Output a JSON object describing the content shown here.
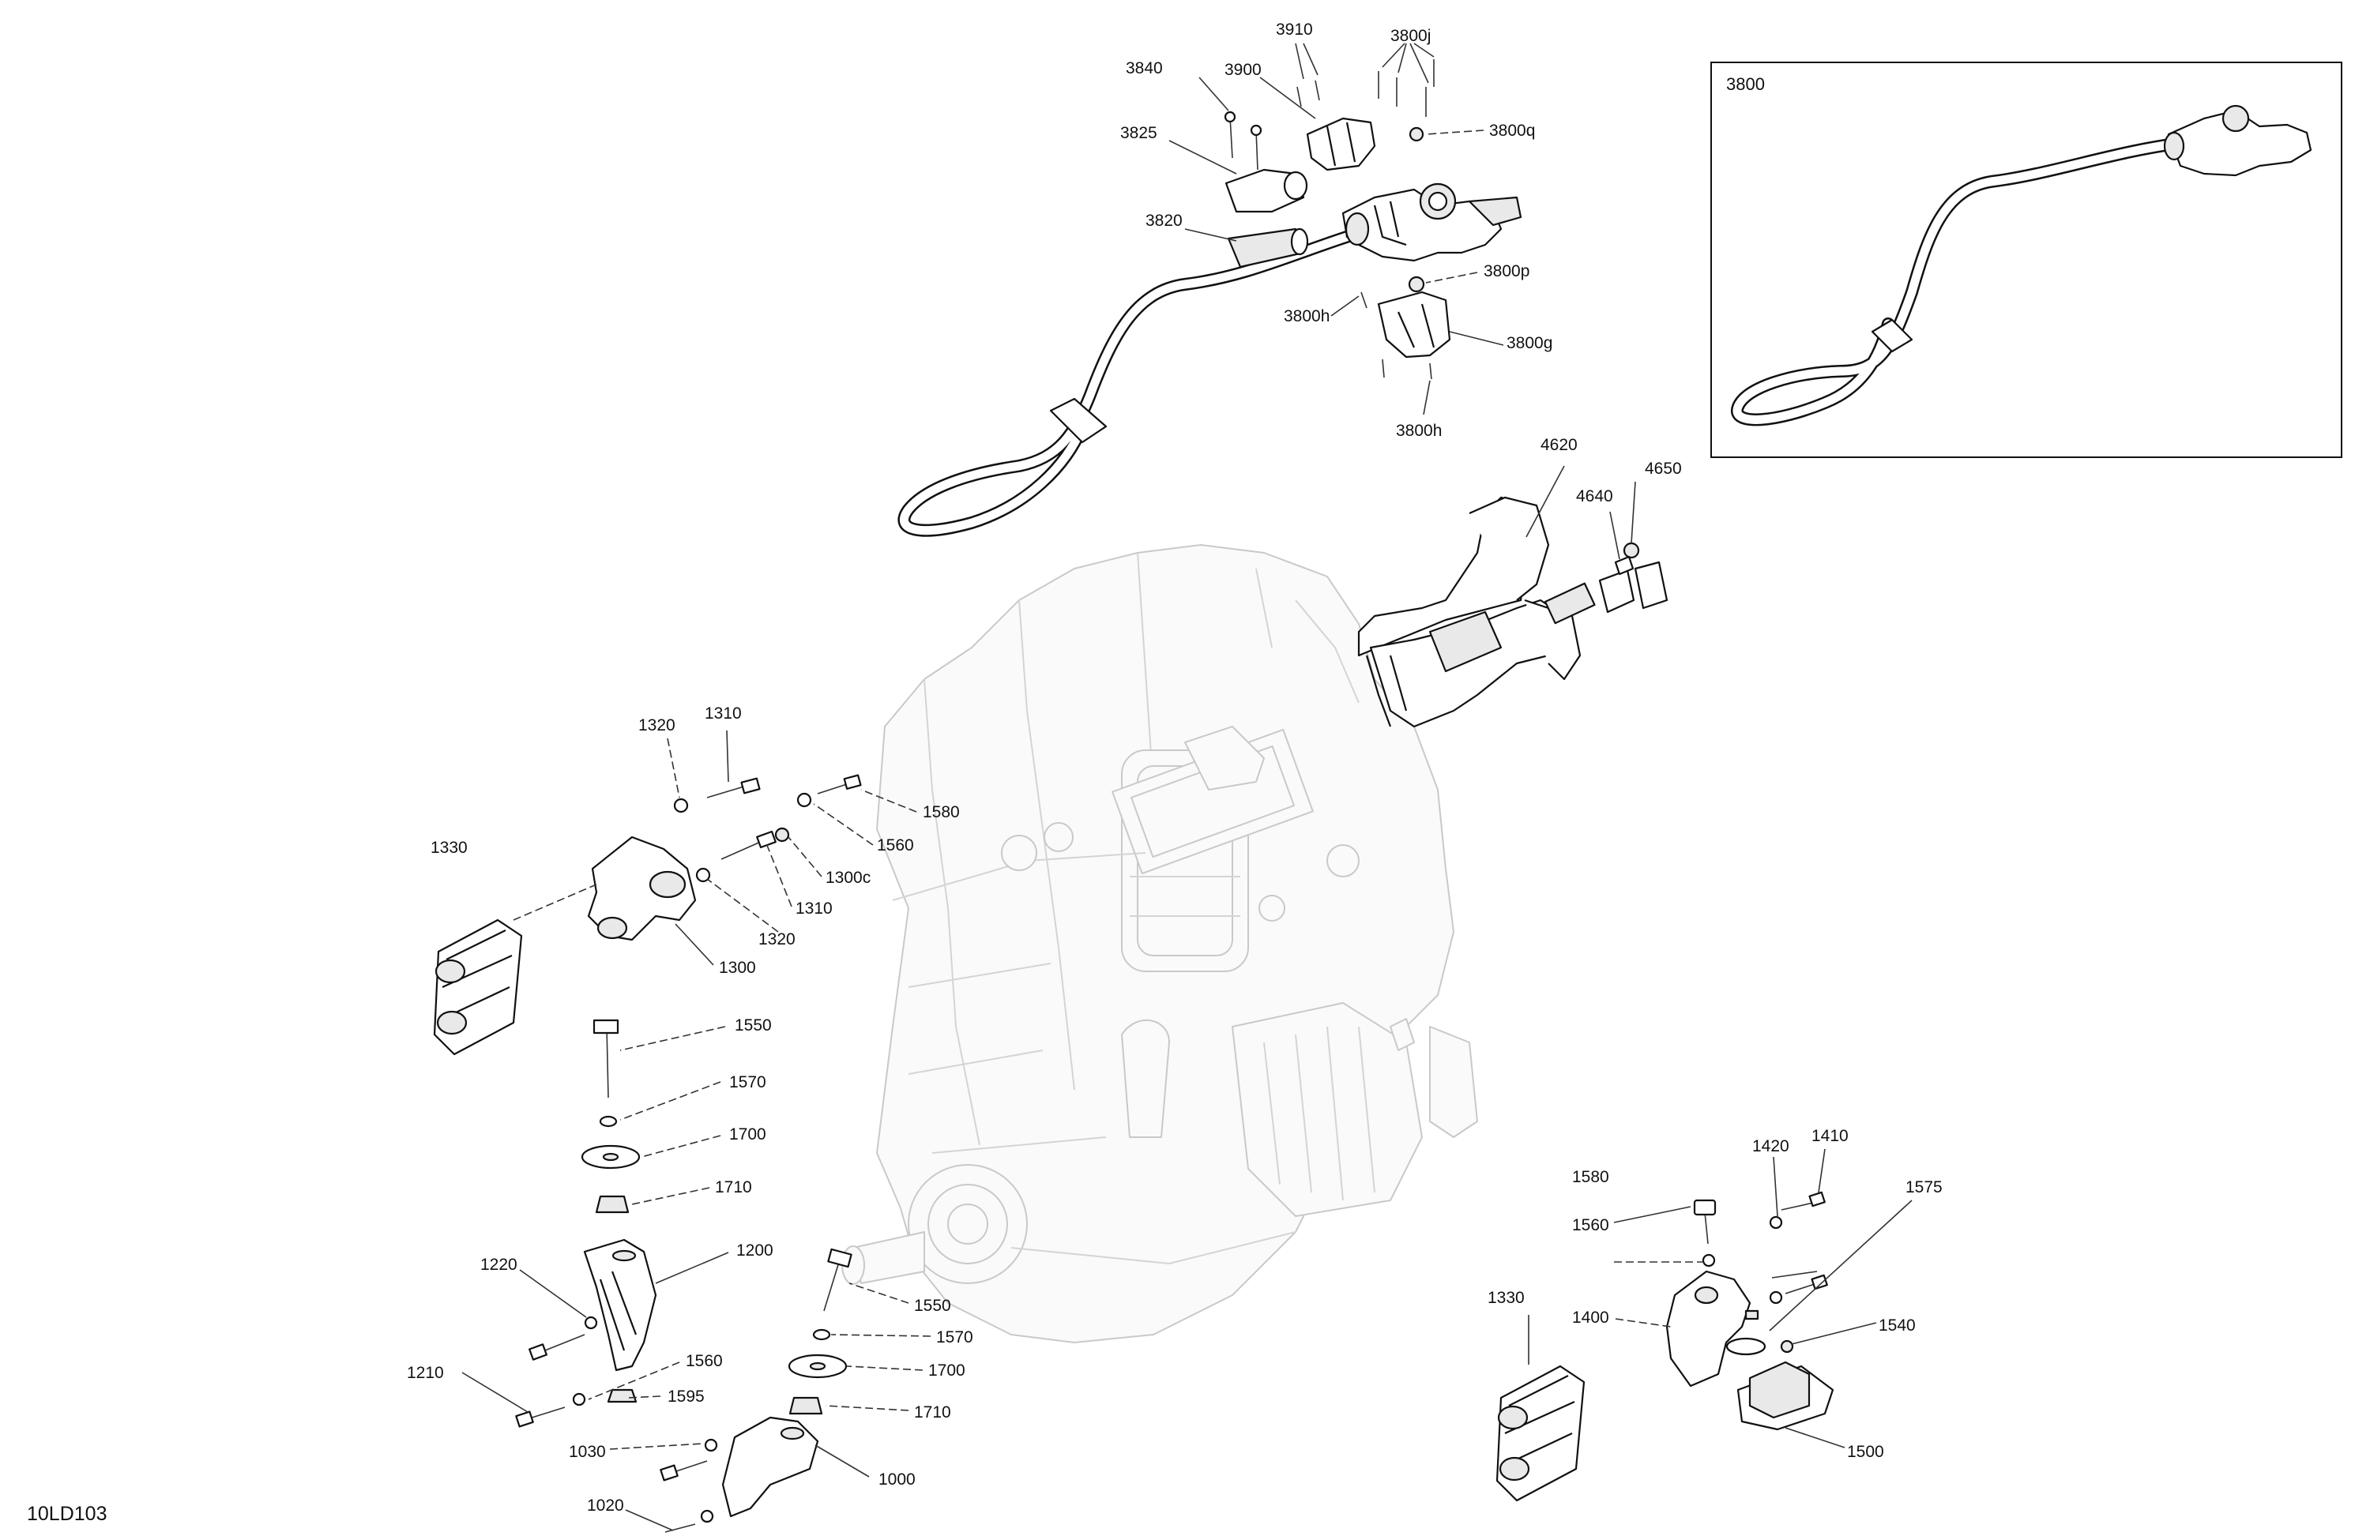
{
  "diagram": {
    "reference_code": "10LD103",
    "inset_label": "3800",
    "callouts": [
      {
        "id": "3910",
        "label": "3910"
      },
      {
        "id": "3800j",
        "label": "3800j"
      },
      {
        "id": "3840",
        "label": "3840"
      },
      {
        "id": "3900",
        "label": "3900"
      },
      {
        "id": "3825",
        "label": "3825"
      },
      {
        "id": "3800q",
        "label": "3800q"
      },
      {
        "id": "3820",
        "label": "3820"
      },
      {
        "id": "3800p",
        "label": "3800p"
      },
      {
        "id": "3800h_a",
        "label": "3800h"
      },
      {
        "id": "3800g",
        "label": "3800g"
      },
      {
        "id": "3800h_b",
        "label": "3800h"
      },
      {
        "id": "4620",
        "label": "4620"
      },
      {
        "id": "4650",
        "label": "4650"
      },
      {
        "id": "4640",
        "label": "4640"
      },
      {
        "id": "1320_a",
        "label": "1320"
      },
      {
        "id": "1310_a",
        "label": "1310"
      },
      {
        "id": "1580_a",
        "label": "1580"
      },
      {
        "id": "1560_a",
        "label": "1560"
      },
      {
        "id": "1330_a",
        "label": "1330"
      },
      {
        "id": "1300c",
        "label": "1300c"
      },
      {
        "id": "1310_b",
        "label": "1310"
      },
      {
        "id": "1320_b",
        "label": "1320"
      },
      {
        "id": "1300",
        "label": "1300"
      },
      {
        "id": "1550_a",
        "label": "1550"
      },
      {
        "id": "1570_a",
        "label": "1570"
      },
      {
        "id": "1700_a",
        "label": "1700"
      },
      {
        "id": "1710_a",
        "label": "1710"
      },
      {
        "id": "1220",
        "label": "1220"
      },
      {
        "id": "1200",
        "label": "1200"
      },
      {
        "id": "1550_b",
        "label": "1550"
      },
      {
        "id": "1570_b",
        "label": "1570"
      },
      {
        "id": "1700_b",
        "label": "1700"
      },
      {
        "id": "1710_b",
        "label": "1710"
      },
      {
        "id": "1560_b",
        "label": "1560"
      },
      {
        "id": "1210",
        "label": "1210"
      },
      {
        "id": "1595",
        "label": "1595"
      },
      {
        "id": "1030",
        "label": "1030"
      },
      {
        "id": "1000",
        "label": "1000"
      },
      {
        "id": "1020",
        "label": "1020"
      },
      {
        "id": "1420",
        "label": "1420"
      },
      {
        "id": "1410",
        "label": "1410"
      },
      {
        "id": "1580_b",
        "label": "1580"
      },
      {
        "id": "1575",
        "label": "1575"
      },
      {
        "id": "1560_c",
        "label": "1560"
      },
      {
        "id": "1330_b",
        "label": "1330"
      },
      {
        "id": "1400",
        "label": "1400"
      },
      {
        "id": "1540",
        "label": "1540"
      },
      {
        "id": "1500",
        "label": "1500"
      }
    ]
  }
}
